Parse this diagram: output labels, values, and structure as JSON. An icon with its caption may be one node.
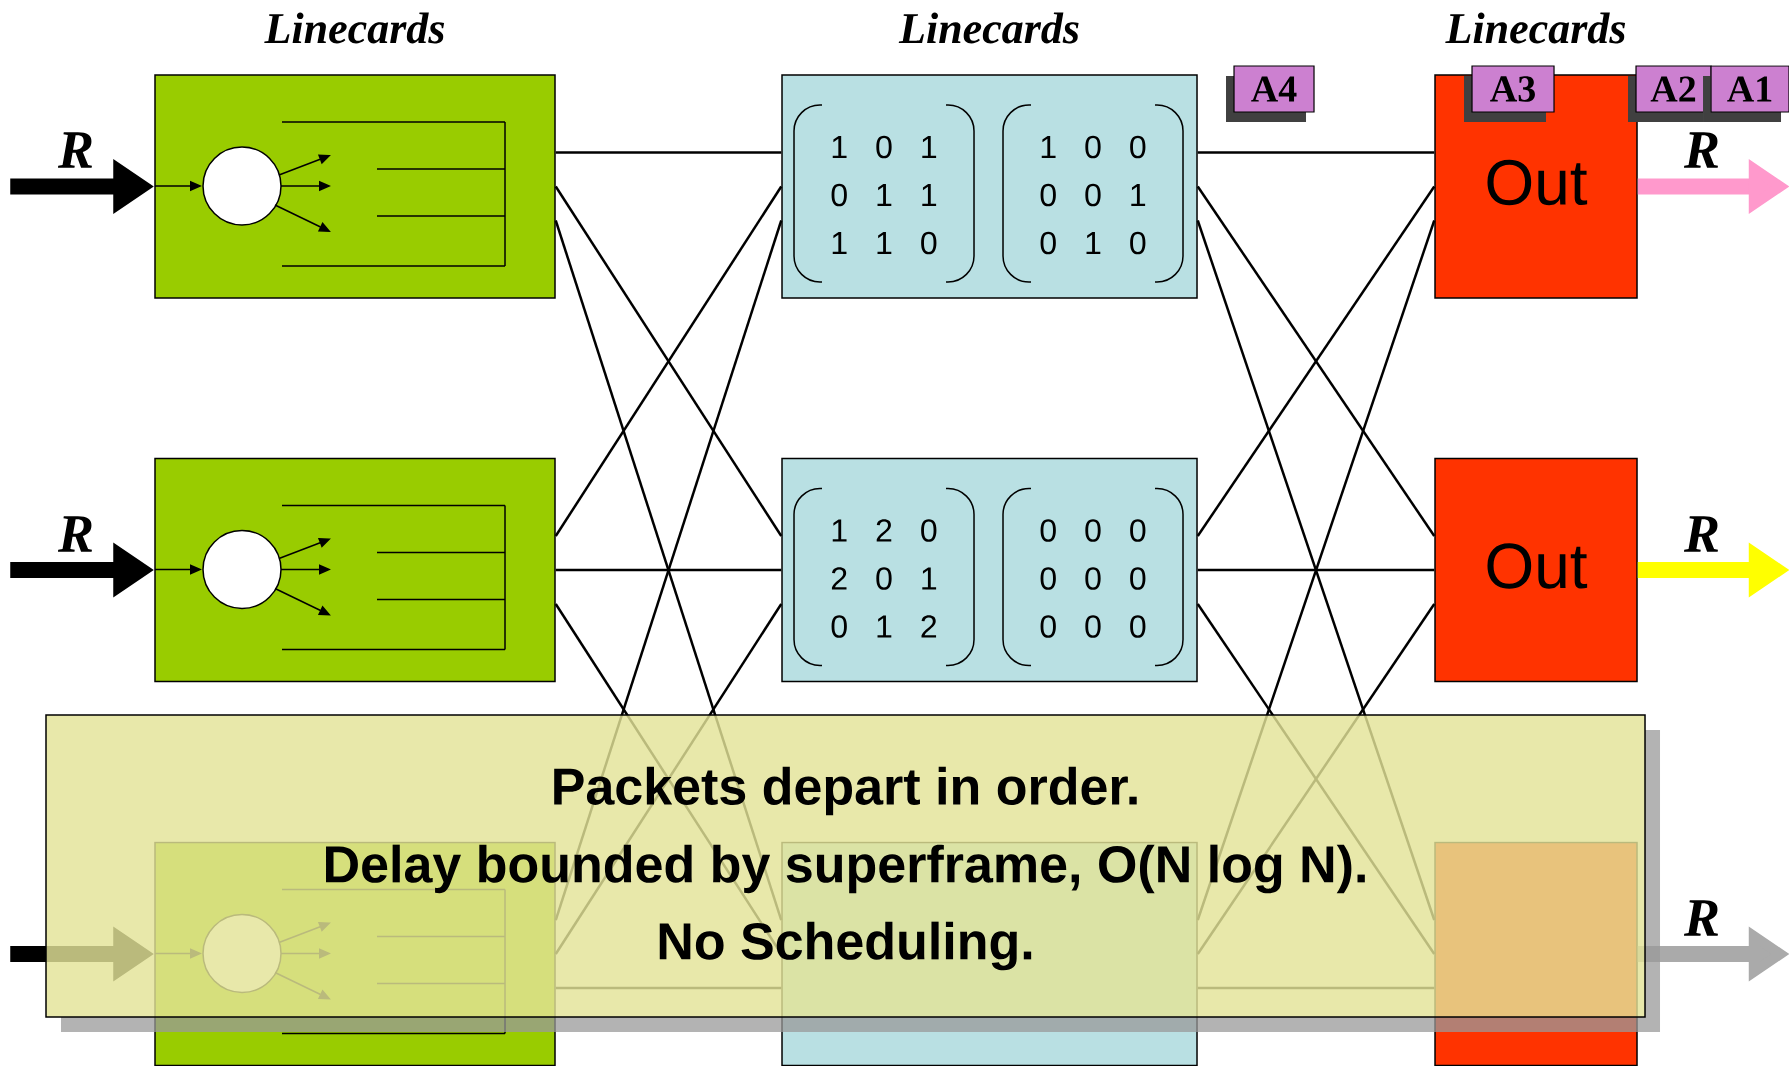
{
  "diagram": {
    "nodes": [
      {
        "text": [
          "Linecards"
        ]
      },
      {
        "text": [
          "Linecards",
          "1 0 1",
          "0 1 1",
          "1 1 0",
          "1 0 0",
          "0 0 1",
          "0 1 0"
        ]
      },
      {
        "text": [
          "Linecards",
          "Out"
        ]
      },
      {
        "text": [],
        "shape": "box"
      },
      {
        "text": [
          "1 2 0",
          "2 0 1",
          "0 1 2",
          "0 0 0",
          "0 0 0",
          "0 0 0"
        ]
      },
      {
        "text": [
          "Out"
        ]
      },
      {
        "text": [],
        "shape": "box"
      },
      {
        "text": [],
        "shape": "box"
      },
      {
        "text": [],
        "shape": "box"
      }
    ],
    "edges": [
      {
        "from": 0,
        "to": 1,
        "arrow": "none"
      },
      {
        "from": 0,
        "to": 4,
        "arrow": "none"
      },
      {
        "from": 0,
        "to": 7,
        "arrow": "none"
      },
      {
        "from": 3,
        "to": 1,
        "arrow": "none"
      },
      {
        "from": 3,
        "to": 4,
        "arrow": "none"
      },
      {
        "from": 3,
        "to": 7,
        "arrow": "none"
      },
      {
        "from": 6,
        "to": 1,
        "arrow": "none"
      },
      {
        "from": 6,
        "to": 4,
        "arrow": "none"
      },
      {
        "from": 6,
        "to": 7,
        "arrow": "none"
      },
      {
        "from": 1,
        "to": 2,
        "arrow": "none"
      },
      {
        "from": 1,
        "to": 5,
        "arrow": "none"
      },
      {
        "from": 1,
        "to": 8,
        "arrow": "none"
      },
      {
        "from": 4,
        "to": 2,
        "arrow": "none"
      },
      {
        "from": 4,
        "to": 5,
        "arrow": "none"
      },
      {
        "from": 4,
        "to": 8,
        "arrow": "none"
      },
      {
        "from": 7,
        "to": 2,
        "arrow": "none"
      },
      {
        "from": 7,
        "to": 5,
        "arrow": "none"
      },
      {
        "from": 7,
        "to": 8,
        "arrow": "none"
      },
      {
        "from": null,
        "to": 0,
        "arrow": "to",
        "style": "thick"
      },
      {
        "from": null,
        "to": 3,
        "arrow": "to",
        "style": "thick"
      },
      {
        "from": null,
        "to": 6,
        "arrow": "to",
        "style": "thick"
      },
      {
        "from": 2,
        "to": null,
        "arrow": "to",
        "style": "thick",
        "color": "#ff99cc"
      },
      {
        "from": 5,
        "to": null,
        "arrow": "to",
        "style": "thick",
        "color": "#ffff00"
      },
      {
        "from": 8,
        "to": null,
        "arrow": "to",
        "style": "thick",
        "color": "#aaaaaa"
      }
    ],
    "labels": [
      "A4",
      "A3",
      "A2",
      "A1",
      "R",
      "R",
      "R",
      "R",
      "Packets depart in order.",
      "Delay bounded by superframe, O(N log N).",
      "No Scheduling.",
      "R"
    ]
  }
}
